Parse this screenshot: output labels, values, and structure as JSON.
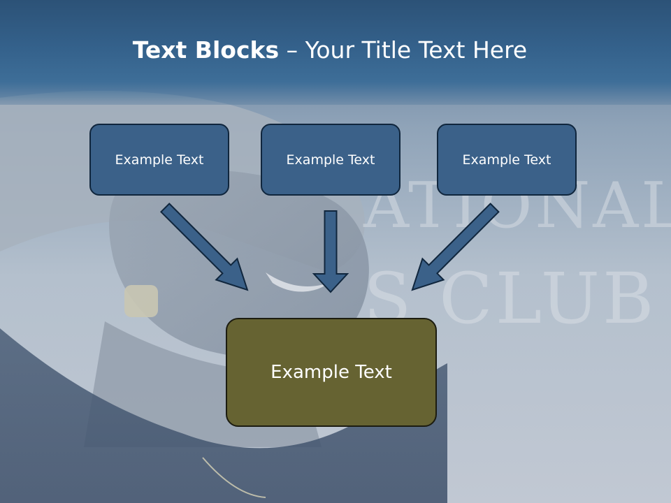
{
  "title": {
    "bold": "Text Blocks",
    "separator": " – ",
    "rest": "Your Title Text Here"
  },
  "boxes": {
    "left": "Example Text",
    "center": "Example Text",
    "right": "Example Text",
    "bottom": "Example Text"
  },
  "background": {
    "sign_line_1": "ATIONAL",
    "sign_line_2": "S CLUB"
  },
  "colors": {
    "title_band": "#34618b",
    "small_box_fill": "#3b6189",
    "bottom_box_fill": "#666332",
    "arrow_fill": "#3b6189",
    "box_border": "#10263d"
  },
  "icons": {
    "arrow": "arrow-down-icon"
  }
}
